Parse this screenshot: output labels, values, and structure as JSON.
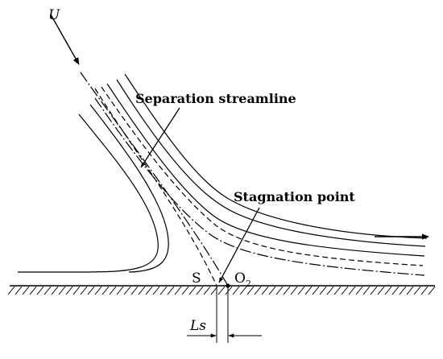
{
  "labels": {
    "velocity": "U",
    "separation": "Separation streamline",
    "stagnation": "Stagnation point",
    "point_s": "S",
    "point_o": "O",
    "point_o_sub": "2",
    "length": "Ls"
  }
}
